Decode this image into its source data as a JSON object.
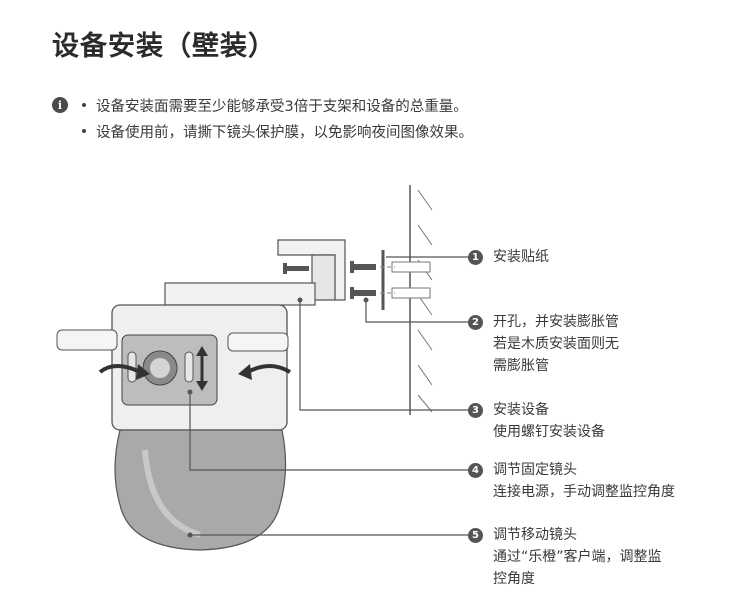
{
  "title": "设备安装（壁装）",
  "notes": [
    "设备安装面需要至少能够承受3倍于支架和设备的总重量。",
    "设备使用前，请撕下镜头保护膜，以免影响夜间图像效果。"
  ],
  "info_icon": "i",
  "callouts": [
    {
      "num": "1",
      "lines": [
        "安装贴纸"
      ]
    },
    {
      "num": "2",
      "lines": [
        "开孔，并安装膨胀管",
        "若是木质安装面则无",
        "需膨胀管"
      ]
    },
    {
      "num": "3",
      "lines": [
        "安装设备",
        "使用螺钉安装设备"
      ]
    },
    {
      "num": "4",
      "lines": [
        "调节固定镜头",
        "连接电源，手动调整监控角度"
      ]
    },
    {
      "num": "5",
      "lines": [
        "调节移动镜头",
        "通过“乐橙”客户端，调整监",
        "控角度"
      ]
    }
  ]
}
